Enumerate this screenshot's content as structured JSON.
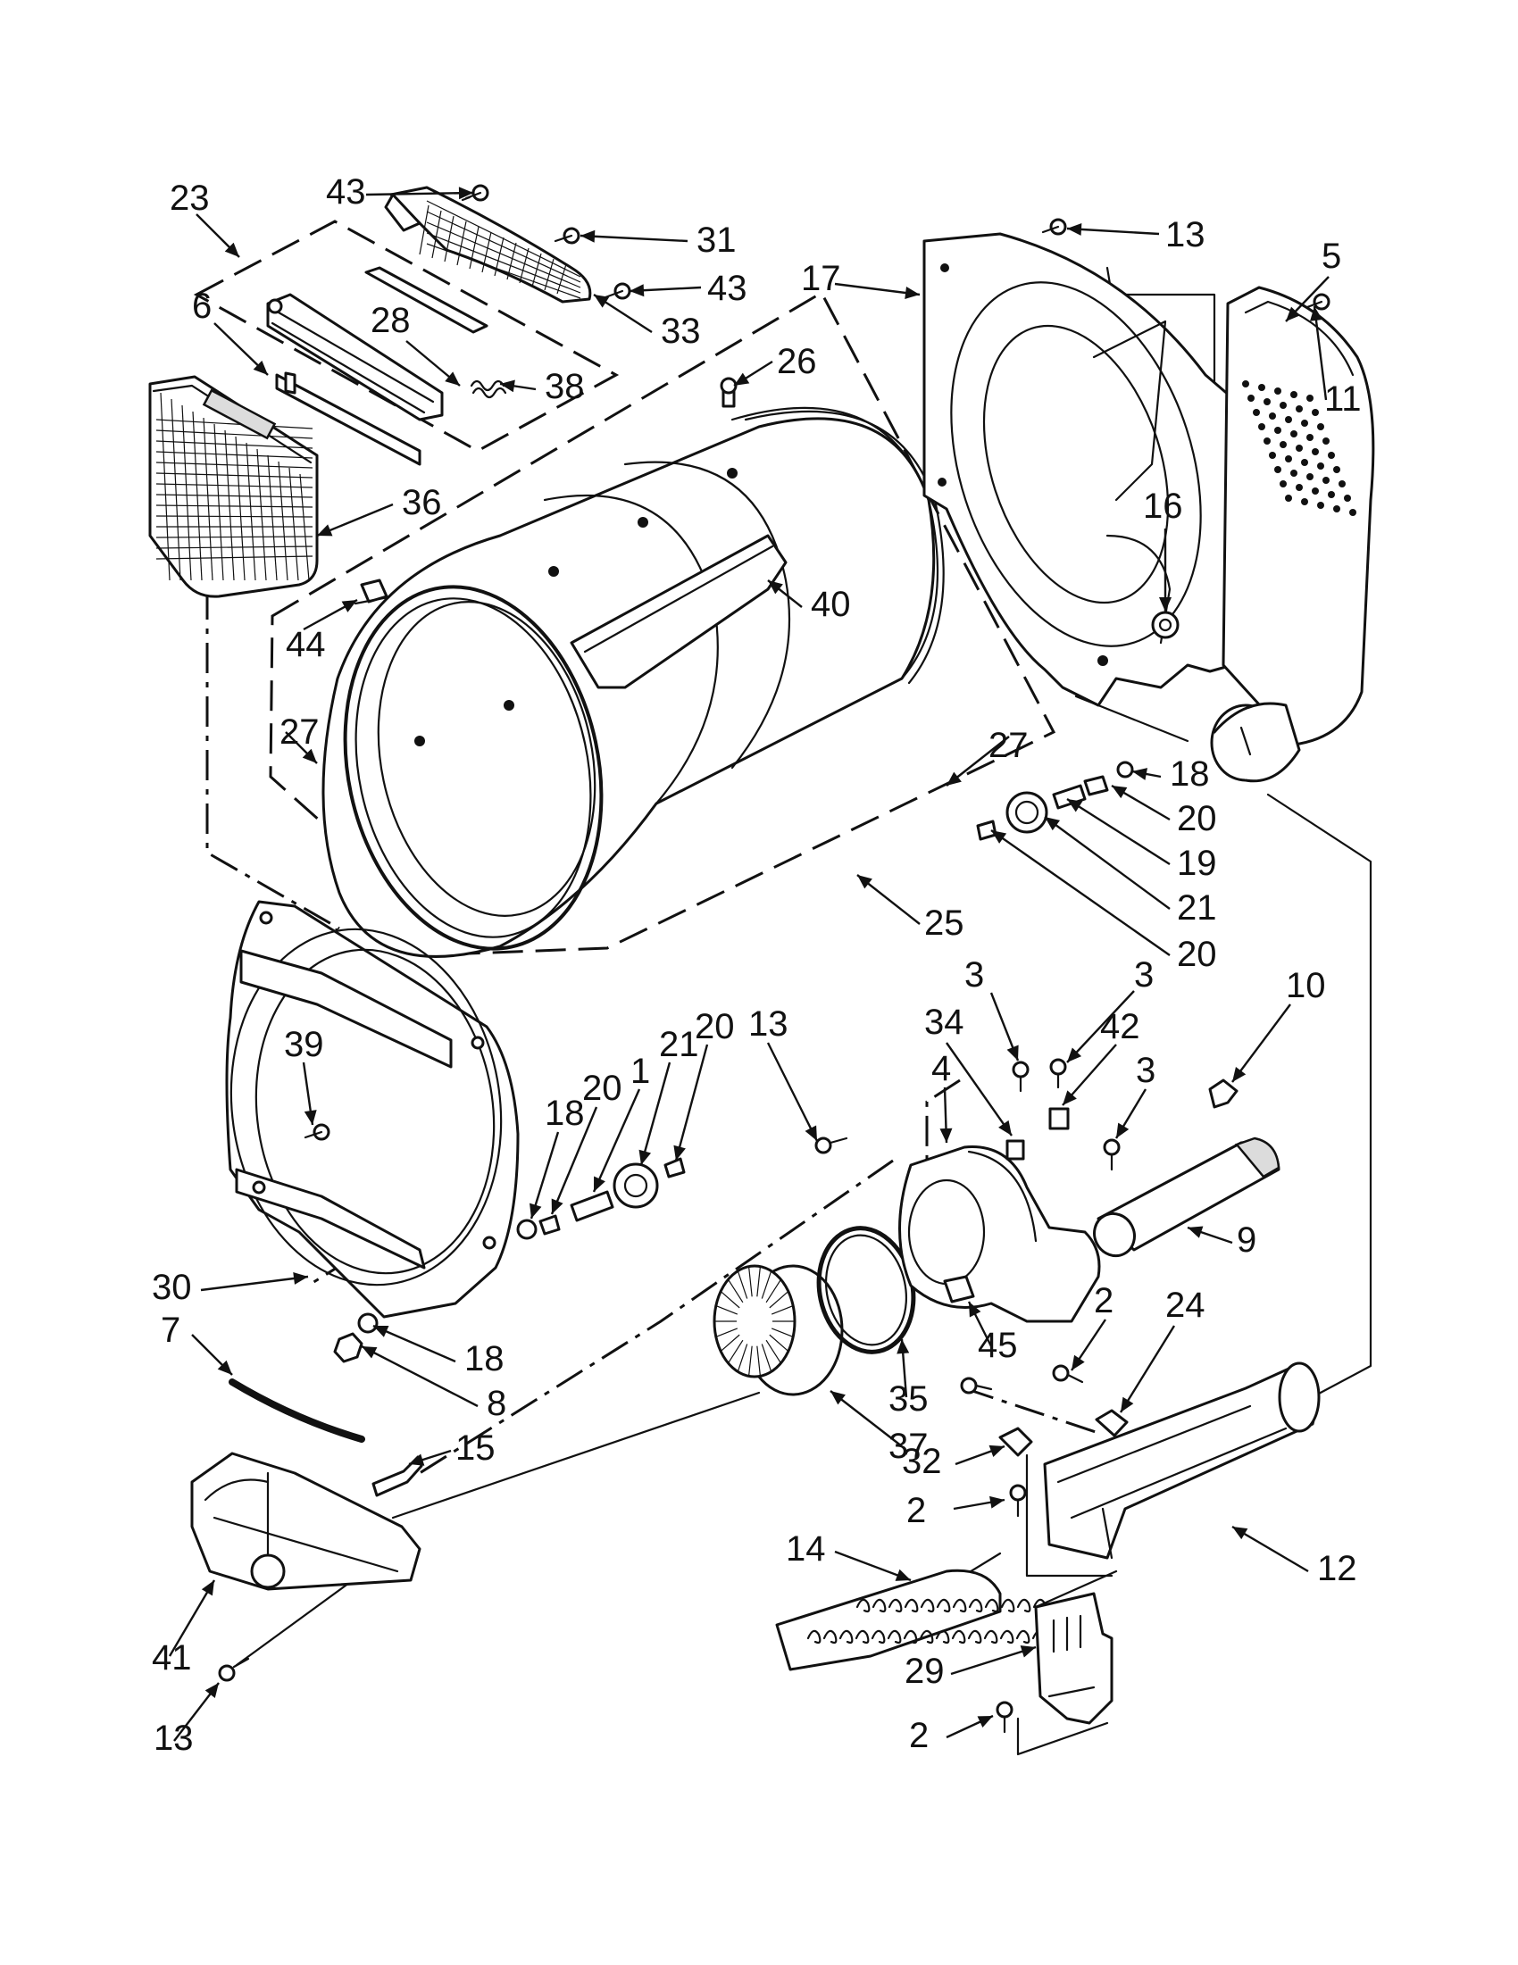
{
  "callouts": [
    {
      "label": "43"
    },
    {
      "label": "23"
    },
    {
      "label": "31"
    },
    {
      "label": "43"
    },
    {
      "label": "33"
    },
    {
      "label": "28"
    },
    {
      "label": "38"
    },
    {
      "label": "6"
    },
    {
      "label": "36"
    },
    {
      "label": "26"
    },
    {
      "label": "40"
    },
    {
      "label": "44"
    },
    {
      "label": "27"
    },
    {
      "label": "27"
    },
    {
      "label": "25"
    },
    {
      "label": "17"
    },
    {
      "label": "13"
    },
    {
      "label": "5"
    },
    {
      "label": "11"
    },
    {
      "label": "16"
    },
    {
      "label": "18"
    },
    {
      "label": "20"
    },
    {
      "label": "19"
    },
    {
      "label": "21"
    },
    {
      "label": "20"
    },
    {
      "label": "3"
    },
    {
      "label": "3"
    },
    {
      "label": "34"
    },
    {
      "label": "42"
    },
    {
      "label": "3"
    },
    {
      "label": "10"
    },
    {
      "label": "4"
    },
    {
      "label": "13"
    },
    {
      "label": "9"
    },
    {
      "label": "39"
    },
    {
      "label": "18"
    },
    {
      "label": "20"
    },
    {
      "label": "1"
    },
    {
      "label": "21"
    },
    {
      "label": "20"
    },
    {
      "label": "30"
    },
    {
      "label": "7"
    },
    {
      "label": "18"
    },
    {
      "label": "8"
    },
    {
      "label": "15"
    },
    {
      "label": "45"
    },
    {
      "label": "35"
    },
    {
      "label": "37"
    },
    {
      "label": "2"
    },
    {
      "label": "24"
    },
    {
      "label": "32"
    },
    {
      "label": "2"
    },
    {
      "label": "12"
    },
    {
      "label": "14"
    },
    {
      "label": "29"
    },
    {
      "label": "2"
    },
    {
      "label": "41"
    },
    {
      "label": "13"
    }
  ]
}
